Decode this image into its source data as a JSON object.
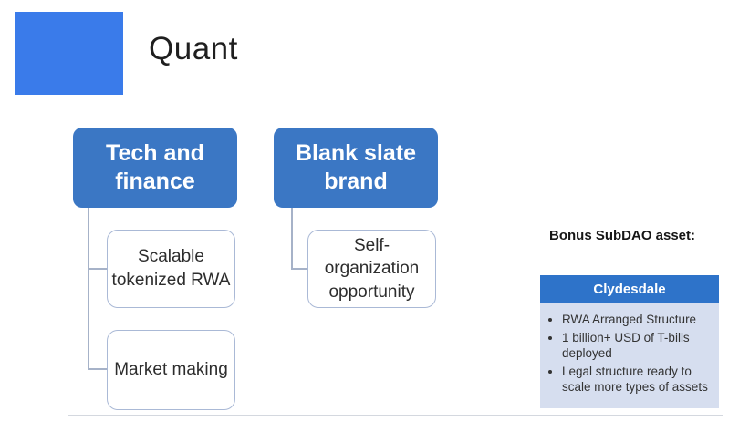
{
  "slide": {
    "title": "Quant"
  },
  "colors": {
    "accent": "#3a7bea",
    "node-blue": "#3b77c4",
    "node-text": "#ffffff",
    "card-header-blue": "#2e73c9",
    "card-body-blue": "#d6deef",
    "connector": "#a6b2c8",
    "node-border": "#aab9d6"
  },
  "org_chart": {
    "columns": [
      {
        "header": "Tech and finance",
        "children": [
          "Scalable tokenized RWA",
          "Market making"
        ]
      },
      {
        "header": "Blank slate brand",
        "children": [
          "Self-organization opportunity"
        ]
      }
    ]
  },
  "bonus": {
    "label": "Bonus SubDAO asset:",
    "card": {
      "title": "Clydesdale",
      "bullets": [
        "RWA Arranged Structure",
        "1 billion+ USD of T-bills deployed",
        "Legal structure ready to scale more types of assets"
      ]
    }
  }
}
